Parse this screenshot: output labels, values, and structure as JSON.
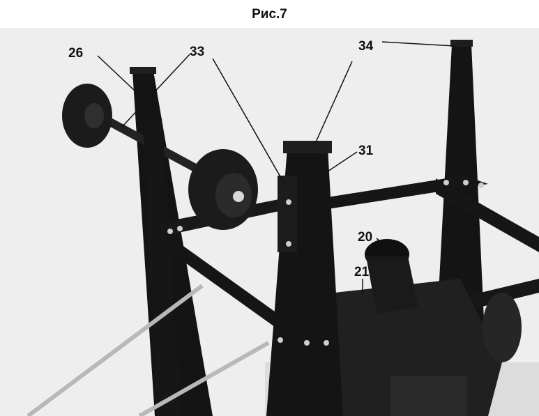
{
  "caption": "Рис.7",
  "labels": {
    "l26": "26",
    "l33": "33",
    "l34": "34",
    "l31": "31",
    "l20": "20",
    "l21": "21"
  },
  "colors": {
    "frame": "#141414",
    "background": "#f2f2f2",
    "wheel": "#1b1b1b",
    "rod": "#b8b8b8"
  }
}
